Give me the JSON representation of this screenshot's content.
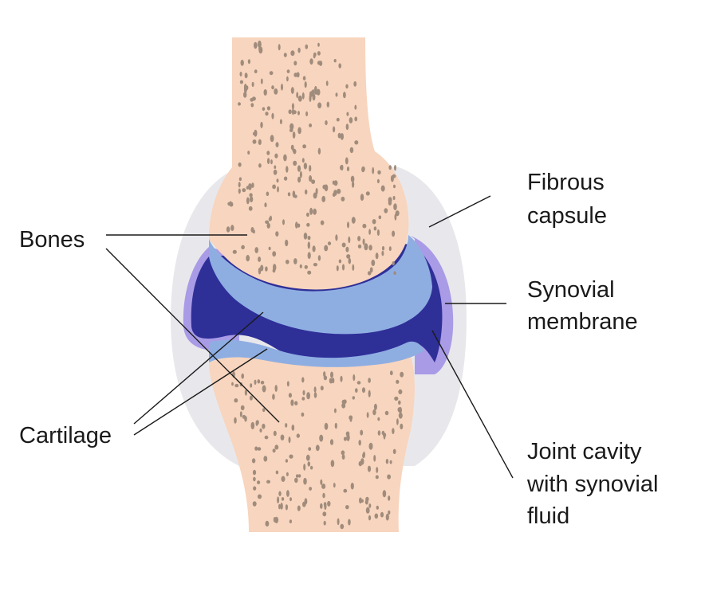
{
  "labels": {
    "bones": "Bones",
    "cartilage": "Cartilage",
    "fibrous_capsule": [
      "Fibrous",
      "capsule"
    ],
    "synovial_membrane": [
      "Synovial",
      "membrane"
    ],
    "joint_cavity": [
      "Joint cavity",
      "with synovial",
      "fluid"
    ]
  },
  "colors": {
    "bone": "#f8d5be",
    "bone_pore": "#a08c7c",
    "capsule": "#e8e8ec",
    "synovial_membrane": "#a99be6",
    "joint_cavity": "#2f2f98",
    "cartilage": "#8eaee2",
    "text": "#1a1a1a"
  }
}
